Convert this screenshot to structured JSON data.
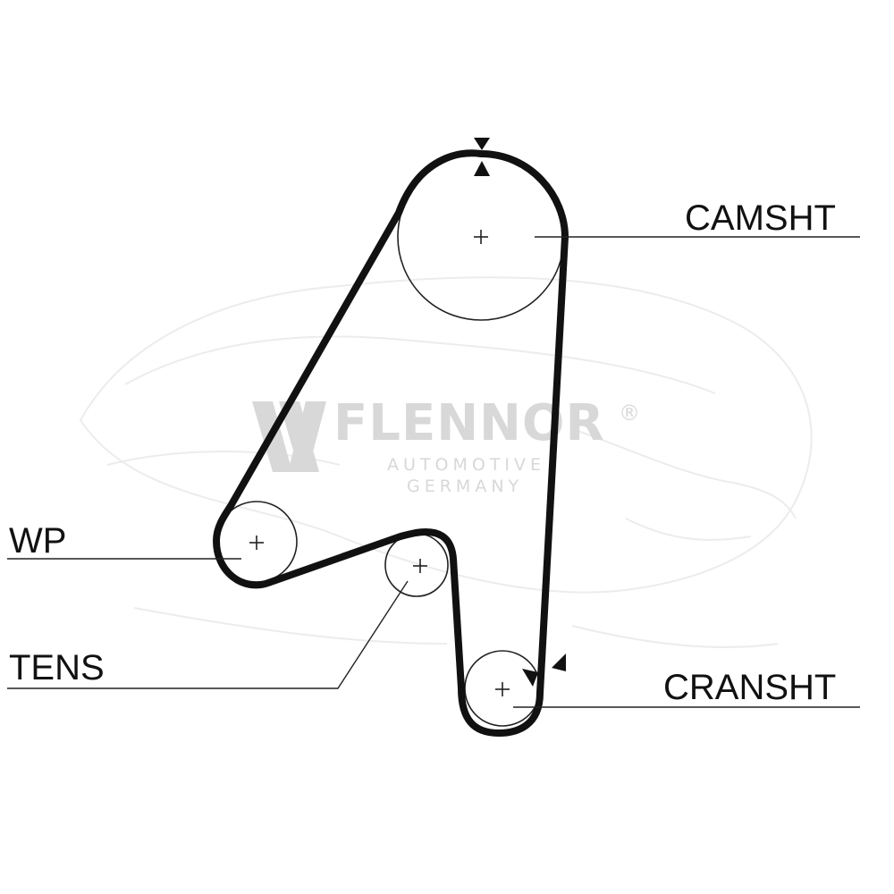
{
  "labels": {
    "camshaft": "CAMSHT",
    "water_pump": "WP",
    "tensioner": "TENS",
    "crankshaft": "CRANSHT"
  },
  "watermark": {
    "brand": "FLENNOR",
    "registered": "®",
    "line1": "AUTOMOTIVE",
    "line2": "GERMANY"
  },
  "colors": {
    "belt": "#111111",
    "pulley_outline": "#222222",
    "watermark": "#d8d8d8"
  }
}
